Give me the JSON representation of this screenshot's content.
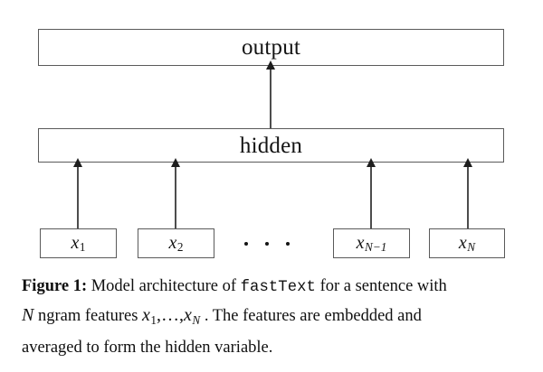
{
  "figure": {
    "layers": [
      {
        "id": "output",
        "label": "output"
      },
      {
        "id": "hidden",
        "label": "hidden"
      }
    ],
    "inputs": [
      {
        "id": "x1",
        "base": "x",
        "sub": "1"
      },
      {
        "id": "x2",
        "base": "x",
        "sub": "2"
      },
      {
        "id": "xn1",
        "base": "x",
        "sub": "N−1"
      },
      {
        "id": "xn",
        "base": "x",
        "sub": "N"
      }
    ],
    "ellipsis": "…",
    "arrows": [
      {
        "id": "arrow-x1",
        "from": "x1",
        "to": "hidden"
      },
      {
        "id": "arrow-x2",
        "from": "x2",
        "to": "hidden"
      },
      {
        "id": "arrow-xn1",
        "from": "xn1",
        "to": "hidden"
      },
      {
        "id": "arrow-xn",
        "from": "xn",
        "to": "hidden"
      },
      {
        "id": "arrow-hidden",
        "from": "hidden",
        "to": "output"
      }
    ],
    "colors": {
      "box_border": "#5a5a5a",
      "arrow": "#4d4d4d",
      "text": "#141414",
      "background": "#ffffff"
    }
  },
  "caption": {
    "label": "Figure 1:",
    "line1_a": "Model architecture of",
    "line1_mono": "fastText",
    "line1_b": "for a sentence with",
    "line2_a": "ngram features",
    "line2_b": ". The features are embedded and",
    "line3": "averaged to form the hidden variable.",
    "math": {
      "N": "N",
      "x": "x",
      "sub1": "1",
      "subN": "N",
      "dots": ",…,"
    }
  }
}
